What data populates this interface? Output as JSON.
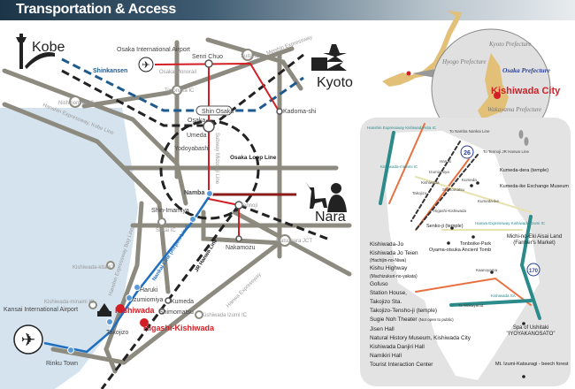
{
  "header": {
    "title": "Transportation & Access"
  },
  "main_map": {
    "cities": {
      "kobe": "Kobe",
      "kyoto": "Kyoto",
      "nara": "Nara"
    },
    "airports": {
      "itami": "Osaka International Airport",
      "kix": "Kansai International Airport"
    },
    "lines": {
      "shinkansen": "Shinkansen",
      "monorail": "Osaka Monorail",
      "loop": "Osaka Loop Line",
      "midosuji": "Subway Midosuji Line",
      "nankai": "Nankai Line (Airport Line)",
      "hanwa": "JR Hanwa Line"
    },
    "expressways": {
      "meishin": "Meishin Expressway",
      "hanshin_kobe": "Hanshin Expressway, Kobe Line",
      "bay": "Hanshin Expressway Bay Line",
      "hanwa": "Hanwa Expressway"
    },
    "interchanges": {
      "suita": "Suita IC",
      "toyonaka": "Toyonaka IC",
      "nishinomiya": "Nishinomiya IC",
      "sakai": "Sakai IC",
      "matsubara": "Matsubara JCT",
      "kita": "Kishiwada-kita IC",
      "minami": "Kishiwada-minami IC",
      "izumi": "Kishiwada Izumi IC"
    },
    "stations": {
      "senri": "Senri Chuo",
      "shin_osaka": "Shin Osaka",
      "kadoma": "Kadoma-shi",
      "osaka": "Osaka",
      "umeda": "Umeda",
      "yodoyabashi": "Yodoyabashi",
      "namba": "Namba",
      "shin_imamiya": "Shin-Imamiya",
      "tennoji": "Tennoji",
      "nakamozu": "Nakamozu",
      "haruki": "Haruki",
      "izumiomiya": "Izumiomiya",
      "kumeda": "Kumeda",
      "kishiwada": "Kishiwada",
      "shimomatsu": "Shimomatsu",
      "takojizo": "Takojizo",
      "higashi": "Higashi-Kishiwada",
      "rinku": "Rinku Town"
    }
  },
  "locator": {
    "kyoto": "Kyoto Prefecture",
    "hyogo": "Hyogo Prefecture",
    "osaka": "Osaka Prefecture",
    "city": "Kishiwada City",
    "wakayama": "Wakayama Prefecture"
  },
  "inset": {
    "kita_ic": "Hanshin Expressway Kishiwada-kita IC",
    "minami_ic": "Kishiwada-minami IC",
    "to_namba": "To Namba Nankai Line",
    "to_tennoji": "To Tennoji JR Hanwa Line",
    "route26": "26",
    "route170": "170",
    "haruki": "Haruki",
    "izumiomiya": "Izumiomiya",
    "kumeda": "Kumeda",
    "kishiwada": "Kishiwada",
    "shimomatsu": "Shimomatsu",
    "takojizo": "Takojizo",
    "higashi": "Higashi-Kishiwada",
    "kumeda_ike": "Kumeda-ike",
    "kumeda_dera": "Kumeda-dera (temple)",
    "exchange": "Kumeda-ike Exchange Museum",
    "izumi_ic": "Hanwa Expressway Kishiwada Izumi IC",
    "senkoji": "Senko-ji (temple)",
    "tonboike": "Tonboike-Park",
    "oyama": "Oyama-otsuka Ancient Tomb",
    "michinoeki": "Michi-no-Eki Aisai Land (Farmer's Market)",
    "kaanoyama": "Kaanoyama",
    "sa": "Kishiwada SA",
    "to_wakayama": "To Wakayama",
    "spa": "Spa of Ushitaki \"IYOYAKANOSATO\"",
    "mt": "Mt. Izumi-Katsuragi - beech forest",
    "list": [
      "Kishiwada-Jo",
      "Kishiwada Jo Teien",
      "(Hachijin-no-Niwa)",
      "Kishu Highway",
      "(Machizukuri-no-yakata)",
      "Gofuso",
      "Station House,",
      "Takojizo Sta.",
      "Takojizo-Tensho-ji (temple)",
      "Sugie Noh Theater",
      "(Not open to public)",
      "Jisen Hall",
      "Natural History Museum, Kishiwada City",
      "Kishiwada Danjiri Hall",
      "Namikiri Hall",
      "Tourist Interaction Center"
    ]
  },
  "colors": {
    "road": "#8d8b80",
    "sea": "#d5e3ee",
    "shinkansen": "#1e5a8e",
    "red": "#d21f26",
    "nankai": "#1f6fc0",
    "japan": "#e2c078",
    "inset_bg": "#e3e3e3"
  }
}
